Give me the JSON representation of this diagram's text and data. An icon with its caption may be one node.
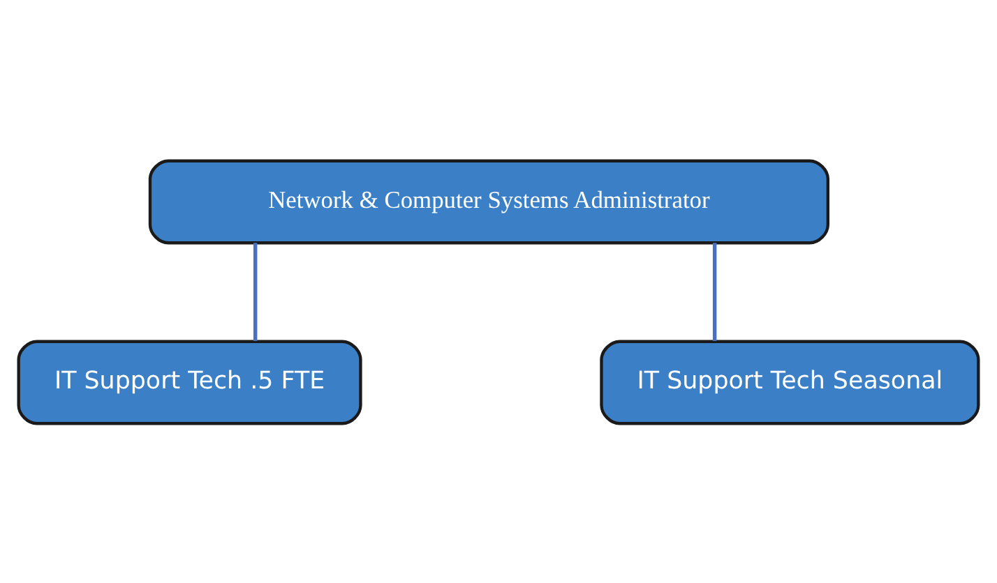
{
  "diagram": {
    "nodes": [
      {
        "text": [
          "Network & Computer Systems Administrator"
        ]
      },
      {
        "text": [
          "IT Support Tech .5 FTE"
        ]
      },
      {
        "text": [
          "IT Support Tech Seasonal"
        ]
      }
    ],
    "edges": [
      {
        "from": 0,
        "to": 1,
        "arrow": "none"
      },
      {
        "from": 0,
        "to": 2,
        "arrow": "none"
      }
    ]
  }
}
